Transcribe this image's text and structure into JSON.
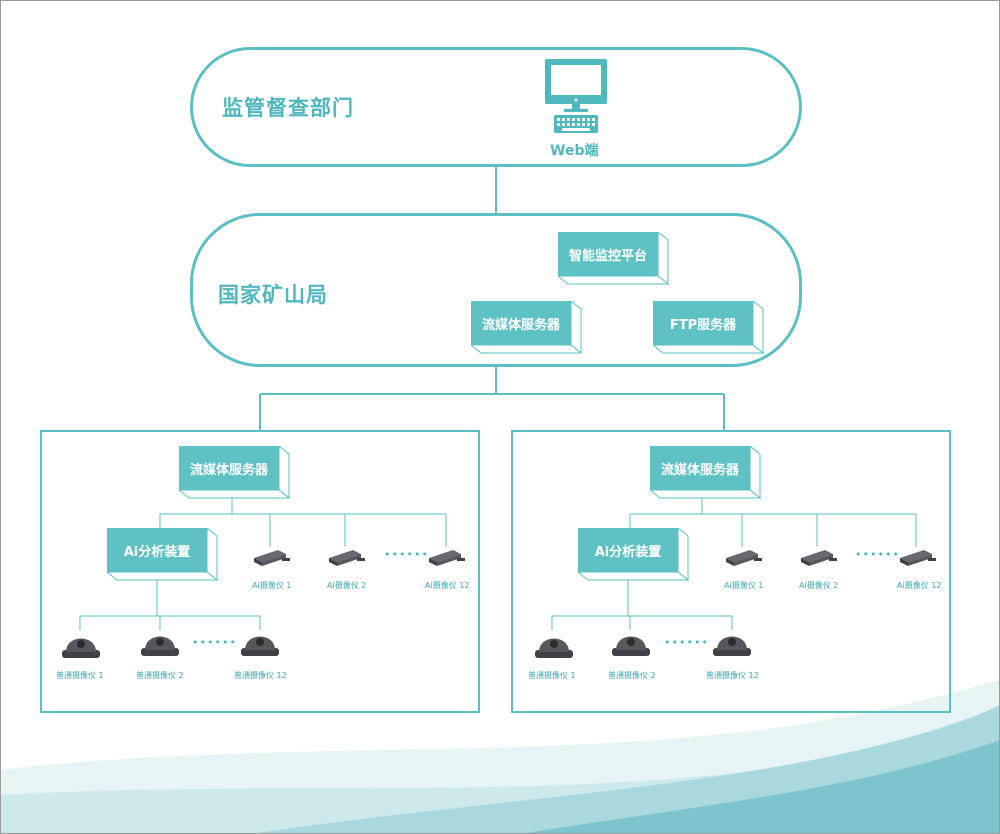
{
  "top": {
    "title": "监管督查部门",
    "web_label": "Web端"
  },
  "middle": {
    "title": "国家矿山局",
    "platform": "智能监控平台",
    "stream_server": "流媒体服务器",
    "ftp_server": "FTP服务器"
  },
  "regions": [
    {
      "stream_server": "流媒体服务器",
      "ai_device": "Ai分析装置",
      "ai_cameras": [
        "Ai摄像仪 1",
        "Ai摄像仪 2",
        "Ai摄像仪 12"
      ],
      "normal_cameras": [
        "普通摄像仪 1",
        "普通摄像仪 2",
        "普通摄像仪 12"
      ]
    },
    {
      "stream_server": "流媒体服务器",
      "ai_device": "Ai分析装置",
      "ai_cameras": [
        "Ai摄像仪 1",
        "Ai摄像仪 2",
        "Ai摄像仪 12"
      ],
      "normal_cameras": [
        "普通摄像仪 1",
        "普通摄像仪 2",
        "普通摄像仪 12"
      ]
    }
  ],
  "colors": {
    "accent": "#5ec2c5",
    "line": "#5bbfc4",
    "camera": "#4a4d52"
  },
  "icons": [
    "monitor-icon",
    "keyboard-icon",
    "ai-camera-icon",
    "dome-camera-icon"
  ]
}
